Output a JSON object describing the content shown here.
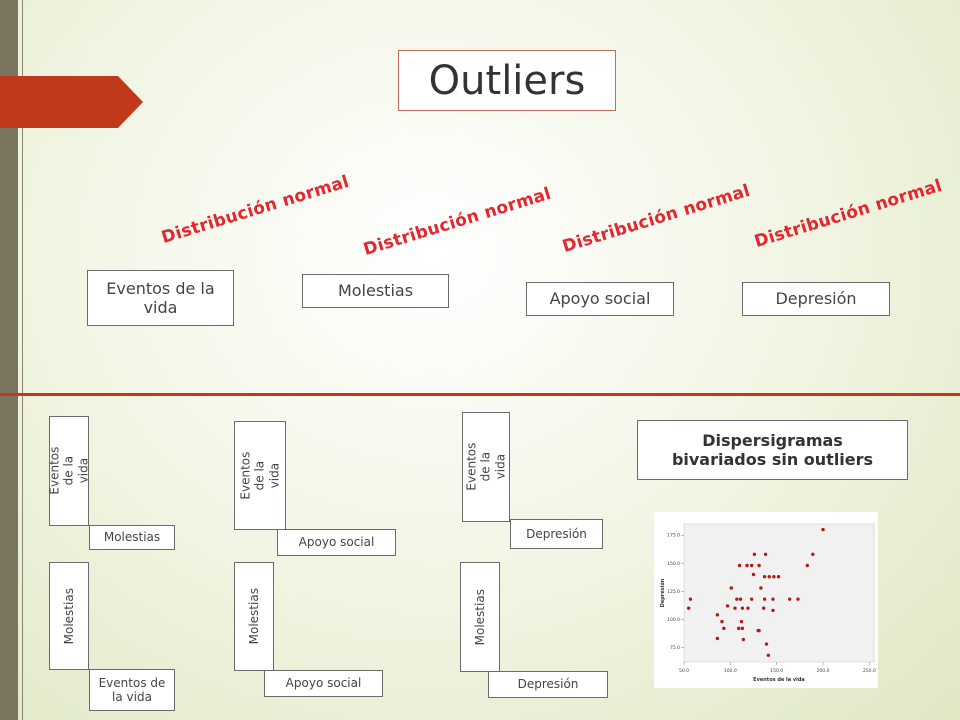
{
  "slide": {
    "title": "Outliers",
    "normal_labels": [
      "Distribución normal",
      "Distribución normal",
      "Distribución normal",
      "Distribución normal"
    ],
    "variables": [
      "Eventos de la vida",
      "Molestias",
      "Apoyo social",
      "Depresión"
    ],
    "pairs": {
      "col1": {
        "v_top": "Eventos de la vida",
        "h_top": "Molestias",
        "v_bot": "Molestias",
        "h_bot": "Eventos de la vida"
      },
      "col2": {
        "v_top": "Eventos de la vida",
        "h_top": "Apoyo social",
        "v_bot": "Molestias",
        "h_bot": "Apoyo social"
      },
      "col3": {
        "v_top": "Eventos de la vida",
        "h_top": "Depresión",
        "v_bot": "Molestias",
        "h_bot": "Depresión"
      }
    },
    "scatter_caption": "Dispersigramas bivariados sin outliers",
    "colors": {
      "accent": "#c0391b",
      "red_text": "#e3262f",
      "caption": "#333333",
      "point": "#b31b1b"
    }
  },
  "chart_data": {
    "type": "scatter",
    "xlabel": "Eventos de la vida",
    "ylabel": "Depresión",
    "xlim": [
      50,
      255
    ],
    "ylim": [
      62,
      185
    ],
    "xticks": [
      "50.0",
      "100.0",
      "150.0",
      "200.0",
      "250.0"
    ],
    "yticks": [
      "75.0",
      "100.0",
      "125.0",
      "150.0",
      "175.0"
    ],
    "xtick_values": [
      50,
      100,
      150,
      200,
      250
    ],
    "ytick_values": [
      75,
      100,
      125,
      150,
      175
    ],
    "grid": false,
    "points": [
      [
        55,
        110
      ],
      [
        57,
        118
      ],
      [
        200,
        180
      ],
      [
        126,
        158
      ],
      [
        138,
        158
      ],
      [
        189,
        158
      ],
      [
        110,
        148
      ],
      [
        118,
        148
      ],
      [
        123,
        148
      ],
      [
        131,
        148
      ],
      [
        183,
        148
      ],
      [
        125,
        140
      ],
      [
        137,
        138
      ],
      [
        142,
        138
      ],
      [
        147,
        138
      ],
      [
        152,
        138
      ],
      [
        101,
        128
      ],
      [
        133,
        128
      ],
      [
        107,
        118
      ],
      [
        111,
        118
      ],
      [
        123,
        118
      ],
      [
        137,
        118
      ],
      [
        146,
        118
      ],
      [
        164,
        118
      ],
      [
        173,
        118
      ],
      [
        97,
        112
      ],
      [
        105,
        110
      ],
      [
        113,
        110
      ],
      [
        119,
        110
      ],
      [
        136,
        110
      ],
      [
        86,
        104
      ],
      [
        146,
        108
      ],
      [
        91,
        98
      ],
      [
        112,
        98
      ],
      [
        93,
        92
      ],
      [
        109,
        92
      ],
      [
        113,
        92
      ],
      [
        130,
        90
      ],
      [
        131,
        90
      ],
      [
        86,
        83
      ],
      [
        114,
        82
      ],
      [
        139,
        78
      ],
      [
        141,
        68
      ]
    ]
  }
}
